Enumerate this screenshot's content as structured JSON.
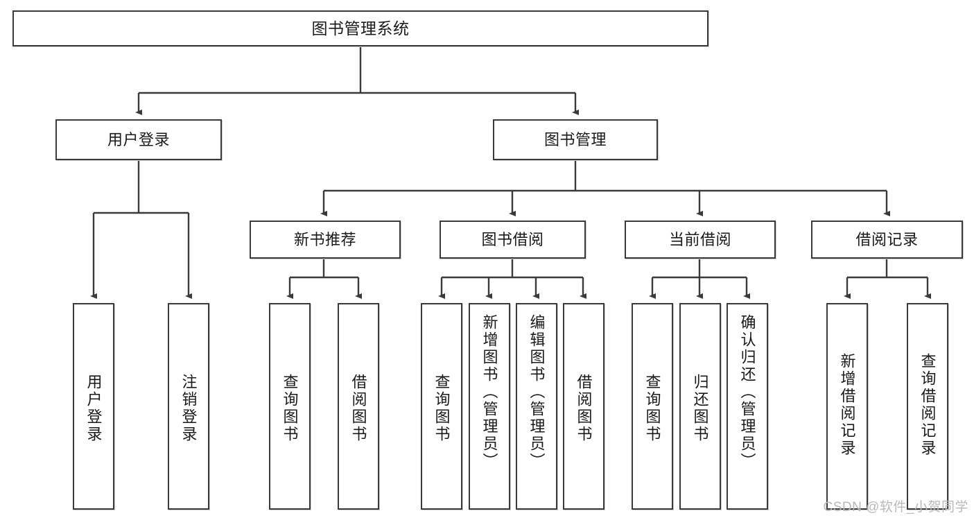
{
  "diagram": {
    "type": "tree-hierarchy",
    "title": "图书管理系统",
    "stroke_color": "#3a3a3a",
    "background_color": "#ffffff",
    "nodes": {
      "root": {
        "label": "图书管理系统",
        "level": 1
      },
      "level2": [
        {
          "id": "user-login",
          "label": "用户登录"
        },
        {
          "id": "book-management",
          "label": "图书管理"
        }
      ],
      "level3": [
        {
          "id": "new-book-recommend",
          "label": "新书推荐"
        },
        {
          "id": "book-borrow",
          "label": "图书借阅"
        },
        {
          "id": "current-borrow",
          "label": "当前借阅"
        },
        {
          "id": "borrow-record",
          "label": "借阅记录"
        }
      ],
      "leaves": [
        {
          "id": "leaf-user-login",
          "label": "用户登录",
          "parent": "user-login"
        },
        {
          "id": "leaf-logout",
          "label": "注销登录",
          "parent": "user-login"
        },
        {
          "id": "leaf-query-book-1",
          "label": "查询图书",
          "parent": "new-book-recommend"
        },
        {
          "id": "leaf-borrow-book-1",
          "label": "借阅图书",
          "parent": "new-book-recommend"
        },
        {
          "id": "leaf-query-book-2",
          "label": "查询图书",
          "parent": "book-borrow"
        },
        {
          "id": "leaf-add-book",
          "label": "新增图书（管理员）",
          "parent": "book-borrow"
        },
        {
          "id": "leaf-edit-book",
          "label": "编辑图书（管理员）",
          "parent": "book-borrow"
        },
        {
          "id": "leaf-borrow-book-2",
          "label": "借阅图书",
          "parent": "book-borrow"
        },
        {
          "id": "leaf-query-book-3",
          "label": "查询图书",
          "parent": "current-borrow"
        },
        {
          "id": "leaf-return-book",
          "label": "归还图书",
          "parent": "current-borrow"
        },
        {
          "id": "leaf-confirm-return",
          "label": "确认归还（管理员）",
          "parent": "current-borrow"
        },
        {
          "id": "leaf-add-record",
          "label": "新增借阅记录",
          "parent": "borrow-record"
        },
        {
          "id": "leaf-query-record",
          "label": "查询借阅记录",
          "parent": "borrow-record"
        }
      ]
    }
  },
  "watermark": {
    "text": "CSDN @软件_小贺同学"
  }
}
